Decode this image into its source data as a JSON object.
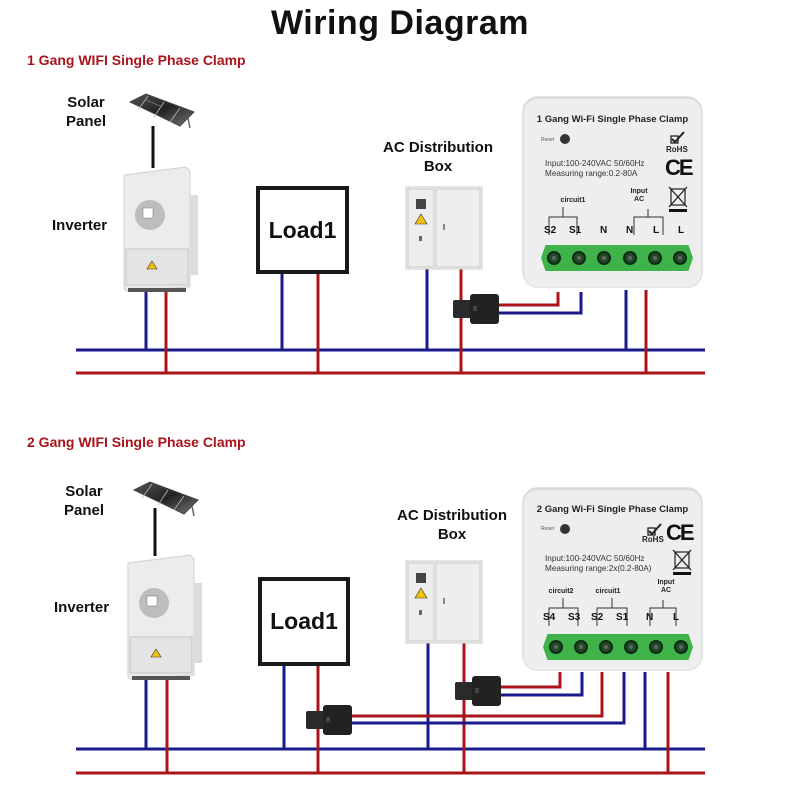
{
  "title": "Wiring Diagram",
  "colors": {
    "neutral_wire": "#1a1a8c",
    "live_wire": "#a8141a",
    "section_title": "#a8141a",
    "terminal_green": "#3fb34a"
  },
  "sections": [
    {
      "title": "1 Gang WIFI Single Phase Clamp",
      "solar_panel_label": "Solar\nPanel",
      "solar_panel_line1": "Solar",
      "solar_panel_line2": "Panel",
      "inverter_label": "Inverter",
      "load_label": "Load1",
      "ac_box_line1": "AC Distribution",
      "ac_box_line2": "Box",
      "device": {
        "title": "1 Gang Wi-Fi Single Phase Clamp",
        "reset_label": "Reset",
        "input_spec": "Input:100-240VAC 50/60Hz",
        "range_spec": "Measuring range:0.2-80A",
        "rohs": "RoHS",
        "ce": "CE",
        "groups": [
          {
            "label": "circuit1"
          },
          {
            "label": "Input\nAC",
            "line1": "Input",
            "line2": "AC"
          }
        ],
        "terminals": [
          "S2",
          "S1",
          "N",
          "N",
          "L",
          "L"
        ]
      }
    },
    {
      "title": "2 Gang WIFI Single Phase Clamp",
      "solar_panel_line1": "Solar",
      "solar_panel_line2": "Panel",
      "inverter_label": "Inverter",
      "load_label": "Load1",
      "ac_box_line1": "AC Distribution",
      "ac_box_line2": "Box",
      "device": {
        "title": "2 Gang Wi-Fi Single Phase Clamp",
        "reset_label": "Reset",
        "input_spec": "Input:100-240VAC 50/60Hz",
        "range_spec": "Measuring range:2x(0.2-80A)",
        "rohs": "RoHS",
        "ce": "CE",
        "groups": [
          {
            "label": "circuit2"
          },
          {
            "label": "circuit1"
          },
          {
            "label": "Input\nAC",
            "line1": "Input",
            "line2": "AC"
          }
        ],
        "terminals": [
          "S4",
          "S3",
          "S2",
          "S1",
          "N",
          "L"
        ]
      }
    }
  ]
}
